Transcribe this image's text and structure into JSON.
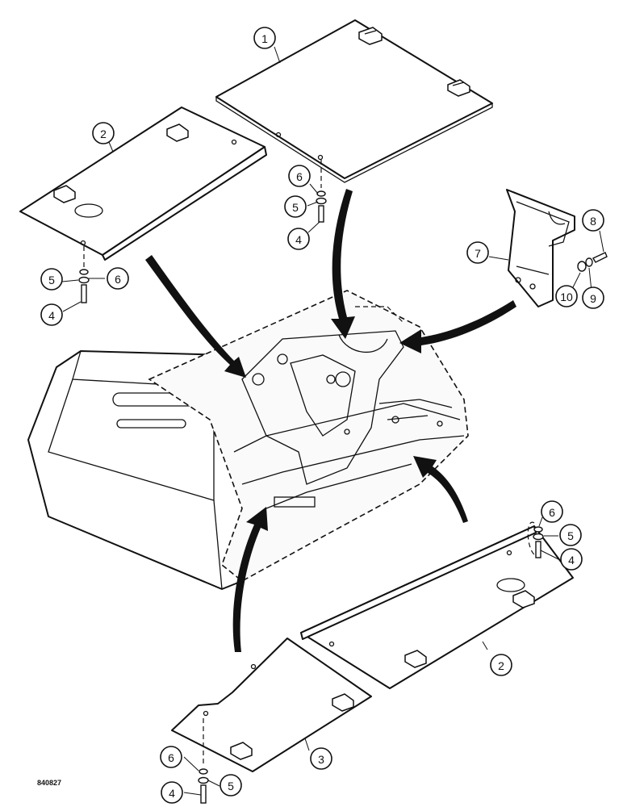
{
  "figure": {
    "reference_number": "840827"
  },
  "callouts": [
    {
      "id": "c1",
      "label": "1"
    },
    {
      "id": "c2a",
      "label": "2"
    },
    {
      "id": "c2b",
      "label": "2"
    },
    {
      "id": "c3",
      "label": "3"
    },
    {
      "id": "c4a",
      "label": "4"
    },
    {
      "id": "c4b",
      "label": "4"
    },
    {
      "id": "c4c",
      "label": "4"
    },
    {
      "id": "c4d",
      "label": "4"
    },
    {
      "id": "c5a",
      "label": "5"
    },
    {
      "id": "c5b",
      "label": "5"
    },
    {
      "id": "c5c",
      "label": "5"
    },
    {
      "id": "c5d",
      "label": "5"
    },
    {
      "id": "c6a",
      "label": "6"
    },
    {
      "id": "c6b",
      "label": "6"
    },
    {
      "id": "c6c",
      "label": "6"
    },
    {
      "id": "c6d",
      "label": "6"
    },
    {
      "id": "c7",
      "label": "7"
    },
    {
      "id": "c8",
      "label": "8"
    },
    {
      "id": "c9",
      "label": "9"
    },
    {
      "id": "c10",
      "label": "10"
    }
  ]
}
